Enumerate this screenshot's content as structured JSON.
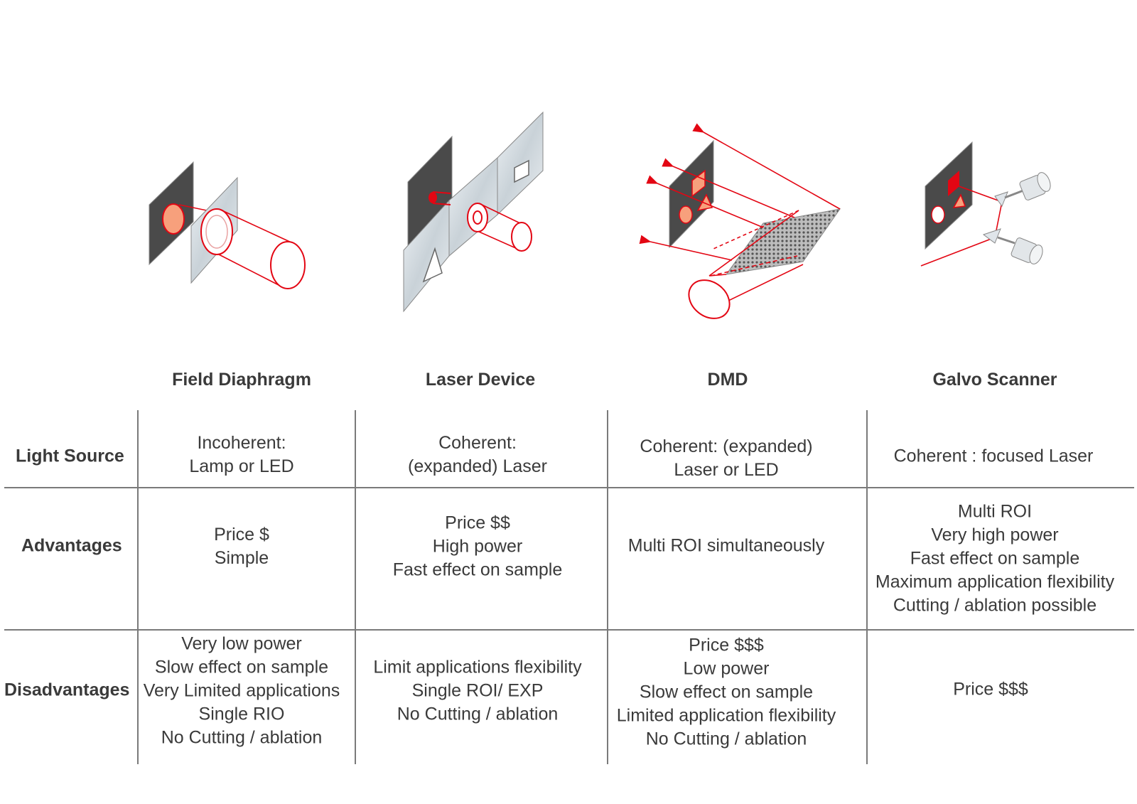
{
  "columns": [
    "Field Diaphragm",
    "Laser Device",
    "DMD",
    "Galvo Scanner"
  ],
  "rows": [
    {
      "label": "Light Source",
      "cells": [
        [
          "Incoherent:",
          "Lamp or LED"
        ],
        [
          "Coherent:",
          "(expanded) Laser"
        ],
        [
          "Coherent: (expanded)",
          "Laser or LED"
        ],
        [
          "Coherent : focused Laser"
        ]
      ]
    },
    {
      "label": "Advantages",
      "cells": [
        [
          "Price $",
          "Simple"
        ],
        [
          "Price $$",
          "High power",
          "Fast effect on sample"
        ],
        [
          "Multi ROI simultaneously"
        ],
        [
          "Multi ROI",
          "Very high power",
          "Fast effect on sample",
          "Maximum application flexibility",
          "Cutting / ablation possible"
        ]
      ]
    },
    {
      "label": "Disadvantages",
      "cells": [
        [
          "Very low power",
          "Slow effect on sample",
          "Very Limited applications",
          "Single RIO",
          "No Cutting / ablation"
        ],
        [
          "Limit applications flexibility",
          "Single ROI/ EXP",
          "No Cutting / ablation"
        ],
        [
          "Price $$$",
          "Low power",
          "Slow effect on sample",
          "Limited application flexibility",
          "No Cutting / ablation"
        ],
        [
          "Price $$$"
        ]
      ]
    }
  ],
  "colors": {
    "beam": "#e30613",
    "dark_panel": "#4a4a4a",
    "text": "#3a3a3a",
    "grid": "#7a7a7a"
  }
}
